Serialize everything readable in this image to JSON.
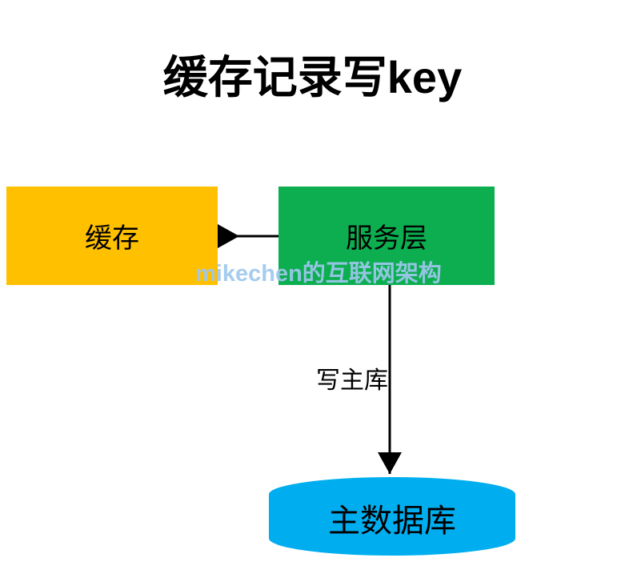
{
  "diagram": {
    "title": "缓存记录写key",
    "background_color": "#ffffff",
    "watermark": "mikechen的互联网架构",
    "watermark_color": "#9FC8EE",
    "nodes": [
      {
        "id": "cache",
        "label": "缓存",
        "shape": "rectangle",
        "color": "#FFC000"
      },
      {
        "id": "service",
        "label": "服务层",
        "shape": "rectangle",
        "color": "#0CAE50"
      },
      {
        "id": "master-db",
        "label": "主数据库",
        "shape": "cylinder",
        "color": "#00AEEF"
      }
    ],
    "edges": [
      {
        "id": "service-to-cache",
        "from": "service",
        "to": "cache",
        "label": "",
        "direction": "left",
        "color": "#000000"
      },
      {
        "id": "service-to-db",
        "from": "service",
        "to": "master-db",
        "label": "写主库",
        "direction": "down",
        "color": "#000000"
      }
    ]
  }
}
